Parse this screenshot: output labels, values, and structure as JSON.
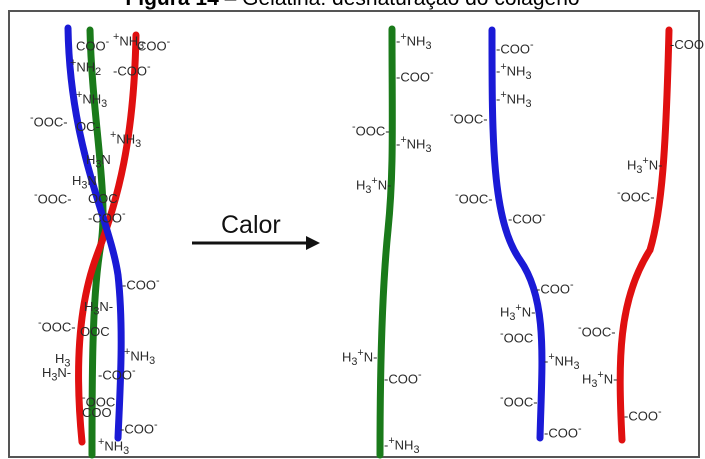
{
  "figure": {
    "title_bold": "Figura 14",
    "title_rest": " – Gelatina: desnaturação do colágeno",
    "arrow_label": "Calor"
  },
  "colors": {
    "green": "#1a7a1a",
    "blue": "#1a1ad6",
    "red": "#e01010",
    "frame": "#555555"
  },
  "groups": {
    "coo": "COO",
    "nh3": "NH",
    "h3n": "H",
    "ooc": "OOC"
  }
}
